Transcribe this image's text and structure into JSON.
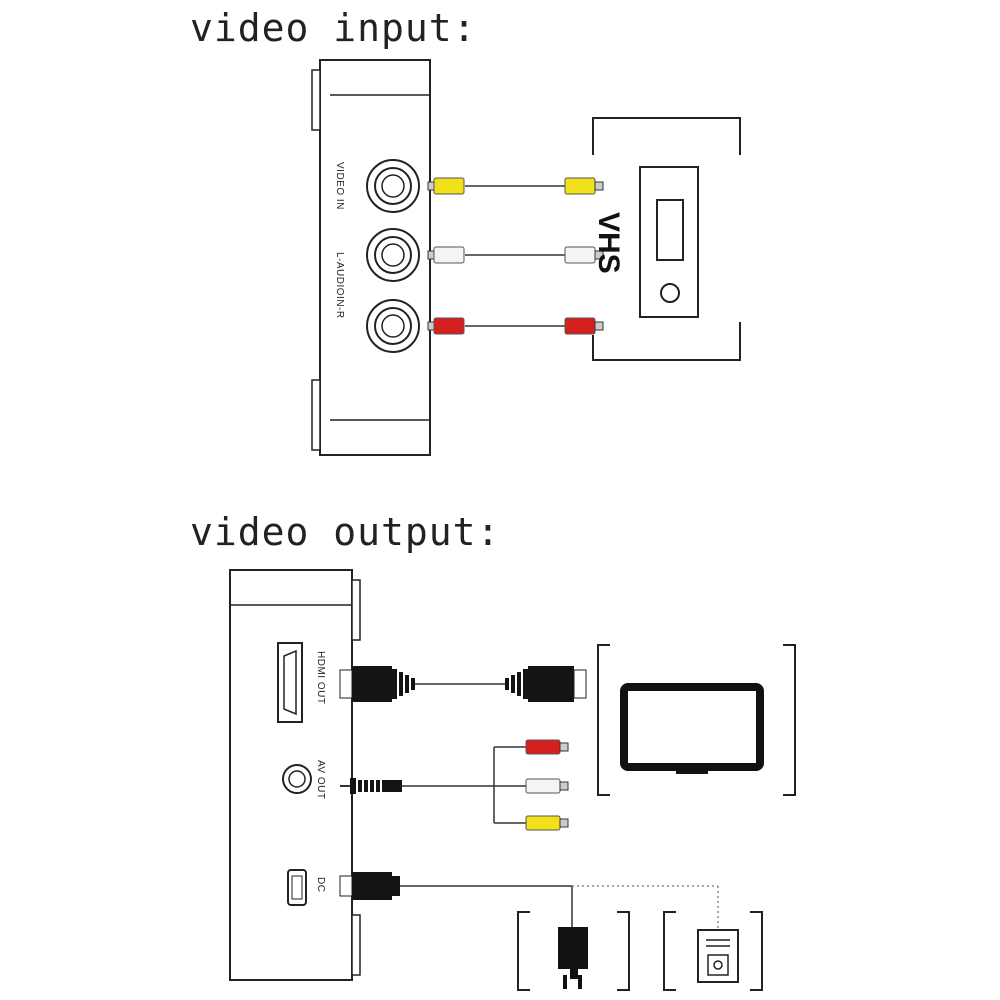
{
  "headings": {
    "input": "video input:",
    "output": "video output:"
  },
  "input_panel": {
    "ports": {
      "video_in": "VIDEO IN",
      "audio_in": "L-AUDIOIN-R"
    },
    "source_device": "VHS"
  },
  "output_panel": {
    "ports": {
      "hdmi_out": "HDMI OUT",
      "av_out": "AV OUT",
      "dc": "DC"
    }
  },
  "colors": {
    "yellow_plug": "#f2e01a",
    "white_plug": "#f4f4f4",
    "red_plug": "#d62020",
    "black_plug": "#141414",
    "line": "#333333"
  },
  "icons": [
    "tv-icon",
    "power-adapter-icon",
    "computer-tower-icon",
    "hdmi-port-icon",
    "mini-usb-port-icon"
  ]
}
